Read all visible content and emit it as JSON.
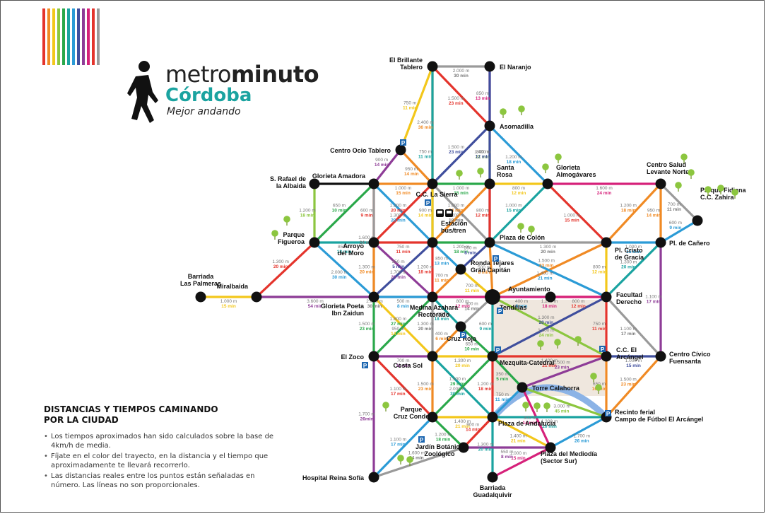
{
  "brand": {
    "name_light": "metro",
    "name_bold": "minuto",
    "city": "Córdoba",
    "tagline": "Mejor andando",
    "stripe_colors": [
      "#e4342c",
      "#f08a24",
      "#f3c71b",
      "#8cc63f",
      "#2aa84a",
      "#1aa3a0",
      "#2b9bd6",
      "#3f4e9d",
      "#8e3c97",
      "#d6217a",
      "#e4342c",
      "#9a9a9a"
    ]
  },
  "info": {
    "heading_line1": "DISTANCIAS Y TIEMPOS CAMINANDO",
    "heading_line2": "POR LA CIUDAD",
    "notes": [
      "Los tiempos aproximados han sido calculados sobre la base de 4km/h de media.",
      "Fíjate en el color del trayecto, en la distancia y el tiempo que aproximadamente te llevará recorrerlo.",
      "Las distancias reales entre los puntos están señaladas en número. Las líneas no son proporcionales."
    ]
  },
  "stations": {
    "brillante": {
      "label": [
        "El Brillante",
        "Tablero"
      ]
    },
    "naranjo": {
      "label": [
        "El Naranjo"
      ]
    },
    "asomadilla": {
      "label": [
        "Asomadilla"
      ]
    },
    "ocio_tablero": {
      "label": [
        "Centro Ocio Tablero"
      ]
    },
    "rafael": {
      "label": [
        "S. Rafael de",
        "la Albaida"
      ]
    },
    "amadora": {
      "label": [
        "Glorieta Amadora"
      ]
    },
    "cc_sierra": {
      "label": [
        "C.C. La Sierra"
      ]
    },
    "santa_rosa": {
      "label": [
        "Santa",
        "Rosa"
      ]
    },
    "almogavares": {
      "label": [
        "Glorieta",
        "Almogávares"
      ]
    },
    "salud_levante": {
      "label": [
        "Centro Salud",
        "Levante Norte"
      ]
    },
    "fidiana": {
      "label": [
        "Parque Fidiana",
        "C.C. Zahira"
      ]
    },
    "figueroa": {
      "label": [
        "Parque",
        "Figueroa"
      ]
    },
    "arroyo": {
      "label": [
        "Arroyo",
        "del Moro"
      ]
    },
    "estacion": {
      "label": [
        "Estación",
        "bus/tren"
      ]
    },
    "colon": {
      "label": [
        "Plaza de Colón"
      ]
    },
    "cristo": {
      "label": [
        "Pl. Cristo",
        "de Gracia"
      ]
    },
    "canero": {
      "label": [
        "Pl. de Cañero"
      ]
    },
    "ronda": {
      "label": [
        "Ronda Tejares",
        "Gran Capitán"
      ]
    },
    "barriada_palmeras": {
      "label": [
        "Barriada",
        "Las Palmeras"
      ]
    },
    "miralbaida": {
      "label": [
        "Miralbaida"
      ]
    },
    "poeta": {
      "label": [
        "Glorieta Poeta",
        "Ibn Zaidun"
      ]
    },
    "medina": {
      "label": [
        "Medina Azahara",
        "Rectorado"
      ]
    },
    "tendillas": {
      "label": [
        "Tendillas"
      ]
    },
    "ayuntamiento": {
      "label": [
        "Ayuntamiento"
      ]
    },
    "facultad": {
      "label": [
        "Facultad",
        "Derecho"
      ]
    },
    "cruz_roja": {
      "label": [
        "Cruz Roja"
      ]
    },
    "zoco": {
      "label": [
        "El Zoco"
      ]
    },
    "costa_sol": {
      "label": [
        "Costa Sol"
      ]
    },
    "mezquita": {
      "label": [
        "Mezquita-Catedral"
      ]
    },
    "arcangel": {
      "label": [
        "C.C. El",
        "Arcángel"
      ]
    },
    "fuensanta": {
      "label": [
        "Centro Cívico",
        "Fuensanta"
      ]
    },
    "calahorra": {
      "label": [
        "Torre Calahorra"
      ]
    },
    "cruz_conde": {
      "label": [
        "Parque",
        "Cruz Conde"
      ]
    },
    "andalucia": {
      "label": [
        "Plaza de Andalucía"
      ]
    },
    "recinto": {
      "label": [
        "Recinto ferial",
        "Campo de Fútbol El Arcángel"
      ]
    },
    "jardin": {
      "label": [
        "Jardín Botánico",
        "Zoológico"
      ]
    },
    "mediodia": {
      "label": [
        "Plaza del Mediodía",
        "(Sector Sur)"
      ]
    },
    "reina_sofia": {
      "label": [
        "Hospital Reina Sofía"
      ]
    },
    "guadalquivir": {
      "label": [
        "Barriada",
        "Guadalquivir"
      ]
    }
  },
  "lines": [
    {
      "from": "brillante",
      "to": "naranjo",
      "color": "#9a9a9a",
      "dist": "2.000 m",
      "time": "30 min"
    },
    {
      "from": "brillante",
      "to": "asomadilla",
      "color": "#e4342c",
      "dist": "1.500 m",
      "time": "23 min"
    },
    {
      "from": "naranjo",
      "to": "asomadilla",
      "color": "#d6217a",
      "dist": "850 m",
      "time": "13 min"
    },
    {
      "from": "brillante",
      "to": "cc_sierra",
      "color": "#f08a24",
      "dist": "2.400 m",
      "time": "36 min"
    },
    {
      "from": "brillante",
      "to": "ocio_tablero",
      "color": "#f3c71b",
      "dist": "750 m",
      "time": "11 min"
    },
    {
      "from": "brillante",
      "to": "estacion",
      "color": "#1aa3a0",
      "dist": "750 m",
      "time": "11 min"
    },
    {
      "from": "asomadilla",
      "to": "santa_rosa",
      "color": "#8cc63f",
      "dist": "1.400 m",
      "time": "21 min"
    },
    {
      "from": "asomadilla",
      "to": "cc_sierra",
      "color": "#3f4e9d",
      "dist": "1.500 m",
      "time": "23 min"
    },
    {
      "from": "asomadilla",
      "to": "almogavares",
      "color": "#2b9bd6",
      "dist": "1.200 m",
      "time": "18 min"
    },
    {
      "from": "naranjo",
      "to": "colon",
      "color": "#3f4e9d",
      "dist": "800 m",
      "time": "12 min"
    },
    {
      "from": "ocio_tablero",
      "to": "amadora",
      "color": "#8e3c97",
      "dist": "900 m",
      "time": "14 min"
    },
    {
      "from": "ocio_tablero",
      "to": "cc_sierra",
      "color": "#f08a24",
      "dist": "950 m",
      "time": "14 min"
    },
    {
      "from": "rafael",
      "to": "amadora",
      "color": "#111111",
      "dist": "",
      "time": ""
    },
    {
      "from": "rafael",
      "to": "figueroa",
      "color": "#8cc63f",
      "dist": "1.200 m",
      "time": "18 min"
    },
    {
      "from": "amadora",
      "to": "cc_sierra",
      "color": "#f08a24",
      "dist": "1.000 m",
      "time": "15 min"
    },
    {
      "from": "amadora",
      "to": "figueroa",
      "color": "#2aa84a",
      "dist": "650 m",
      "time": "10 min"
    },
    {
      "from": "amadora",
      "to": "arroyo",
      "color": "#e4342c",
      "dist": "600 m",
      "time": "9 min"
    },
    {
      "from": "amadora",
      "to": "estacion",
      "color": "#2b9bd6",
      "dist": "1.300 m",
      "time": "20 min"
    },
    {
      "from": "amadora",
      "to": "poeta",
      "color": "#9a9a9a",
      "dist": "1.600 m",
      "time": "24 min"
    },
    {
      "from": "cc_sierra",
      "to": "santa_rosa",
      "color": "#2aa84a",
      "dist": "1.000 m",
      "time": "15 min"
    },
    {
      "from": "cc_sierra",
      "to": "colon",
      "color": "#9a9a9a",
      "dist": "1.200 m",
      "time": "18 min"
    },
    {
      "from": "cc_sierra",
      "to": "arroyo",
      "color": "#e4342c",
      "dist": "1.300 m",
      "time": "20 min"
    },
    {
      "from": "cc_sierra",
      "to": "estacion",
      "color": "#f3c71b",
      "dist": "900 m",
      "time": "14 min"
    },
    {
      "from": "santa_rosa",
      "to": "almogavares",
      "color": "#f3c71b",
      "dist": "800 m",
      "time": "12 min"
    },
    {
      "from": "santa_rosa",
      "to": "colon",
      "color": "#e4342c",
      "dist": "800 m",
      "time": "12 min"
    },
    {
      "from": "santa_rosa",
      "to": "estacion",
      "color": "#f08a24",
      "dist": "1.600 m",
      "time": "24 min"
    },
    {
      "from": "almogavares",
      "to": "colon",
      "color": "#1aa3a0",
      "dist": "1.000 m",
      "time": "15 min"
    },
    {
      "from": "almogavares",
      "to": "cristo",
      "color": "#e4342c",
      "dist": "1.000 m",
      "time": "15 min"
    },
    {
      "from": "almogavares",
      "to": "salud_levante",
      "color": "#d6217a",
      "dist": "1.600 m",
      "time": "24 min"
    },
    {
      "from": "salud_levante",
      "to": "fidiana",
      "color": "#9a9a9a",
      "dist": "700 m",
      "time": "11 min"
    },
    {
      "from": "salud_levante",
      "to": "canero",
      "color": "#f08a24",
      "dist": "950 m",
      "time": "14 min"
    },
    {
      "from": "salud_levante",
      "to": "cristo",
      "color": "#f08a24",
      "dist": "1.200 m",
      "time": "18 min"
    },
    {
      "from": "fidiana",
      "to": "canero",
      "color": "#2b9bd6",
      "dist": "600 m",
      "time": "9 min"
    },
    {
      "from": "figueroa",
      "to": "arroyo",
      "color": "#1aa3a0",
      "dist": "850 m",
      "time": "13 min"
    },
    {
      "from": "figueroa",
      "to": "poeta",
      "color": "#2b9bd6",
      "dist": "2.000 m",
      "time": "30 min"
    },
    {
      "from": "figueroa",
      "to": "miralbaida",
      "color": "#e4342c",
      "dist": "1.300 m",
      "time": "20 min"
    },
    {
      "from": "arroyo",
      "to": "estacion",
      "color": "#e4342c",
      "dist": "750 m",
      "time": "11 min"
    },
    {
      "from": "arroyo",
      "to": "poeta",
      "color": "#f08a24",
      "dist": "1.300 m",
      "time": "20 min"
    },
    {
      "from": "arroyo",
      "to": "medina",
      "color": "#8e3c97",
      "dist": "1.700 m",
      "time": "26 min"
    },
    {
      "from": "estacion",
      "to": "colon",
      "color": "#2aa84a",
      "dist": "1.200 m",
      "time": "18 min"
    },
    {
      "from": "estacion",
      "to": "medina",
      "color": "#e4342c",
      "dist": "1.200 m",
      "time": "18 min"
    },
    {
      "from": "estacion",
      "to": "ronda",
      "color": "#2b9bd6",
      "dist": "850 m",
      "time": "13 min"
    },
    {
      "from": "estacion",
      "to": "poeta",
      "color": "#3f4e9d",
      "dist": "350 m",
      "time": "5 min"
    },
    {
      "from": "colon",
      "to": "cristo",
      "color": "#9a9a9a",
      "dist": "1.300 m",
      "time": "20 min"
    },
    {
      "from": "colon",
      "to": "ronda",
      "color": "#3f4e9d",
      "dist": "500 m",
      "time": "8 min"
    },
    {
      "from": "colon",
      "to": "tendillas",
      "color": "#f08a24",
      "dist": "500 m",
      "time": "8 min"
    },
    {
      "from": "cristo",
      "to": "canero",
      "color": "#2b9bd6",
      "dist": "1.000 m",
      "time": "15 min"
    },
    {
      "from": "cristo",
      "to": "facultad",
      "color": "#f3c71b",
      "dist": "800 m",
      "time": "12 min"
    },
    {
      "from": "cristo",
      "to": "tendillas",
      "color": "#f08a24",
      "dist": "1.500 m",
      "time": "23 min"
    },
    {
      "from": "canero",
      "to": "facultad",
      "color": "#1aa3a0",
      "dist": "1.300 m",
      "time": "20 min"
    },
    {
      "from": "canero",
      "to": "fuensanta",
      "color": "#8e3c97",
      "dist": "1.100 m",
      "time": "17 min"
    },
    {
      "from": "colon",
      "to": "facultad",
      "color": "#2b9bd6",
      "dist": "1.400 m",
      "time": "21 min"
    },
    {
      "from": "ronda",
      "to": "tendillas",
      "color": "#f3c71b",
      "dist": "700 m",
      "time": "11 min"
    },
    {
      "from": "ronda",
      "to": "medina",
      "color": "#f08a24",
      "dist": "700 m",
      "time": "11 min"
    },
    {
      "from": "barriada_palmeras",
      "to": "miralbaida",
      "color": "#f3c71b",
      "dist": "1.000 m",
      "time": "15 min"
    },
    {
      "from": "miralbaida",
      "to": "tendillas",
      "color": "#9a9a9a",
      "dist": "2.000 m",
      "time": "30 min"
    },
    {
      "from": "miralbaida",
      "to": "poeta",
      "color": "#8e3c97",
      "dist": "3.600 m",
      "time": "54 min"
    },
    {
      "from": "poeta",
      "to": "medina",
      "color": "#2b9bd6",
      "dist": "500 m",
      "time": "8 min"
    },
    {
      "from": "poeta",
      "to": "zoco",
      "color": "#2aa84a",
      "dist": "1.500 m",
      "time": "23 min"
    },
    {
      "from": "poeta",
      "to": "costa_sol",
      "color": "#f3c71b",
      "dist": "950 m",
      "time": "14 min"
    },
    {
      "from": "medina",
      "to": "tendillas",
      "color": "#d6217a",
      "dist": "800 m",
      "time": "12 min"
    },
    {
      "from": "medina",
      "to": "cruz_roja",
      "color": "#1aa3a0",
      "dist": "1.200 m",
      "time": "18 min"
    },
    {
      "from": "medina",
      "to": "costa_sol",
      "color": "#9a9a9a",
      "dist": "1.300 m",
      "time": "20 min"
    },
    {
      "from": "medina",
      "to": "zoco",
      "color": "#2aa84a",
      "dist": "1.800 m",
      "time": "27 min"
    },
    {
      "from": "tendillas",
      "to": "ayuntamiento",
      "color": "#2b9bd6",
      "dist": "400 m",
      "time": "6 min"
    },
    {
      "from": "tendillas",
      "to": "cruz_roja",
      "color": "#9a9a9a",
      "dist": "900 m",
      "time": "14 min"
    },
    {
      "from": "tendillas",
      "to": "mezquita",
      "color": "#1aa3a0",
      "dist": "600 m",
      "time": "9 min"
    },
    {
      "from": "tendillas",
      "to": "arcangel",
      "color": "#8cc63f",
      "dist": "1.600 m",
      "time": "24 min"
    },
    {
      "from": "ayuntamiento",
      "to": "facultad",
      "color": "#e4342c",
      "dist": "800 m",
      "time": "12 min"
    },
    {
      "from": "tendillas",
      "to": "facultad",
      "color": "#d6217a",
      "dist": "1.200 m",
      "time": "18 min"
    },
    {
      "from": "facultad",
      "to": "arcangel",
      "color": "#e4342c",
      "dist": "750 m",
      "time": "11 min"
    },
    {
      "from": "facultad",
      "to": "mezquita",
      "color": "#3f4e9d",
      "dist": "1.300 m",
      "time": "20 min"
    },
    {
      "from": "facultad",
      "to": "fuensanta",
      "color": "#9a9a9a",
      "dist": "1.100 m",
      "time": "17 min"
    },
    {
      "from": "cruz_roja",
      "to": "costa_sol",
      "color": "#f08a24",
      "dist": "400 m",
      "time": "6 min"
    },
    {
      "from": "cruz_roja",
      "to": "mezquita",
      "color": "#2aa84a",
      "dist": "650 m",
      "time": "10 min"
    },
    {
      "from": "zoco",
      "to": "costa_sol",
      "color": "#8e3c97",
      "dist": "700 m",
      "time": "11 min"
    },
    {
      "from": "zoco",
      "to": "cruz_conde",
      "color": "#e4342c",
      "dist": "1.100 m",
      "time": "17 min"
    },
    {
      "from": "zoco",
      "to": "reina_sofia",
      "color": "#8e3c97",
      "dist": "1.700 m",
      "time": "26min"
    },
    {
      "from": "costa_sol",
      "to": "mezquita",
      "color": "#f3c71b",
      "dist": "1.300 m",
      "time": "20 min"
    },
    {
      "from": "costa_sol",
      "to": "cruz_conde",
      "color": "#f08a24",
      "dist": "1.500 m",
      "time": "23 min"
    },
    {
      "from": "costa_sol",
      "to": "andalucia",
      "color": "#1aa3a0",
      "dist": "2.000 m",
      "time": "30 min"
    },
    {
      "from": "mezquita",
      "to": "arcangel",
      "color": "#e4342c",
      "dist": "1.400 m",
      "time": "21 min"
    },
    {
      "from": "mezquita",
      "to": "calahorra",
      "color": "#2aa84a",
      "dist": "350 m",
      "time": "5 min"
    },
    {
      "from": "mezquita",
      "to": "andalucia",
      "color": "#e4342c",
      "dist": "1.200 m",
      "time": "18 min"
    },
    {
      "from": "mezquita",
      "to": "cruz_conde",
      "color": "#2aa84a",
      "dist": "1.900 m",
      "time": "29 min"
    },
    {
      "from": "arcangel",
      "to": "fuensanta",
      "color": "#3f4e9d",
      "dist": "1.000 m",
      "time": "15 min"
    },
    {
      "from": "arcangel",
      "to": "calahorra",
      "color": "#8e3c97",
      "dist": "1.500 m",
      "time": "23 min"
    },
    {
      "from": "arcangel",
      "to": "recinto",
      "color": "#f08a24",
      "dist": "650 m",
      "time": "10 min"
    },
    {
      "from": "fuensanta",
      "to": "recinto",
      "color": "#f08a24",
      "dist": "1.500 m",
      "time": "23 min"
    },
    {
      "from": "calahorra",
      "to": "recinto",
      "color": "#8cc63f",
      "dist": "3.000 m",
      "time": "45 min"
    },
    {
      "from": "calahorra",
      "to": "andalucia",
      "color": "#2b9bd6",
      "dist": "750 m",
      "time": "11 min"
    },
    {
      "from": "calahorra",
      "to": "mediodia",
      "color": "#d6217a",
      "dist": "900 m",
      "time": "14 min"
    },
    {
      "from": "cruz_conde",
      "to": "andalucia",
      "color": "#f3c71b",
      "dist": "1.400 m",
      "time": "21 min"
    },
    {
      "from": "cruz_conde",
      "to": "jardin",
      "color": "#2aa84a",
      "dist": "1.200 m",
      "time": "18 min"
    },
    {
      "from": "cruz_conde",
      "to": "reina_sofia",
      "color": "#2b9bd6",
      "dist": "1.100 m",
      "time": "17 min"
    },
    {
      "from": "andalucia",
      "to": "recinto",
      "color": "#1aa3a0",
      "dist": "1.300 m",
      "time": "20 min"
    },
    {
      "from": "andalucia",
      "to": "jardin",
      "color": "#e4342c",
      "dist": "900 m",
      "time": "14 min"
    },
    {
      "from": "andalucia",
      "to": "mediodia",
      "color": "#f3c71b",
      "dist": "1.400 m",
      "time": "21 min"
    },
    {
      "from": "andalucia",
      "to": "guadalquivir",
      "color": "#1aa3a0",
      "dist": "1.300 m",
      "time": "20 min"
    },
    {
      "from": "mediodia",
      "to": "recinto",
      "color": "#2b9bd6",
      "dist": "1.700 m",
      "time": "26 min"
    },
    {
      "from": "mediodia",
      "to": "guadalquivir",
      "color": "#d6217a",
      "dist": "1.000 m",
      "time": "15 min"
    },
    {
      "from": "jardin",
      "to": "mediodia",
      "color": "#8e3c97",
      "dist": "550 m",
      "time": "8 min"
    },
    {
      "from": "jardin",
      "to": "reina_sofia",
      "color": "#9a9a9a",
      "dist": "1.600 m",
      "time": "24 min"
    }
  ]
}
